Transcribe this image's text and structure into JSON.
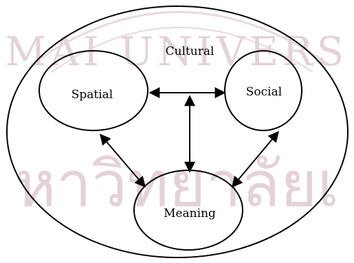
{
  "colors": {
    "ink": "#000000",
    "background": "#ffffff",
    "watermark": "#e4d2d6"
  },
  "watermark": {
    "text_top": "MAI UNIVERS",
    "text_bottom": "หาวิทยาลัยเ"
  },
  "diagram": {
    "outer_label": "Cultural",
    "nodes": {
      "spatial": "Spatial",
      "social": "Social",
      "meaning": "Meaning"
    },
    "connections": [
      {
        "from": "Spatial",
        "to": "Social",
        "style": "double-arrow"
      },
      {
        "from": "Spatial",
        "to": "Meaning",
        "style": "double-arrow"
      },
      {
        "from": "Social",
        "to": "Meaning",
        "style": "double-arrow"
      },
      {
        "from": "Cultural",
        "to": "Meaning",
        "style": "double-arrow",
        "note": "vertical link from the Spatial–Social connector to Meaning"
      }
    ]
  }
}
